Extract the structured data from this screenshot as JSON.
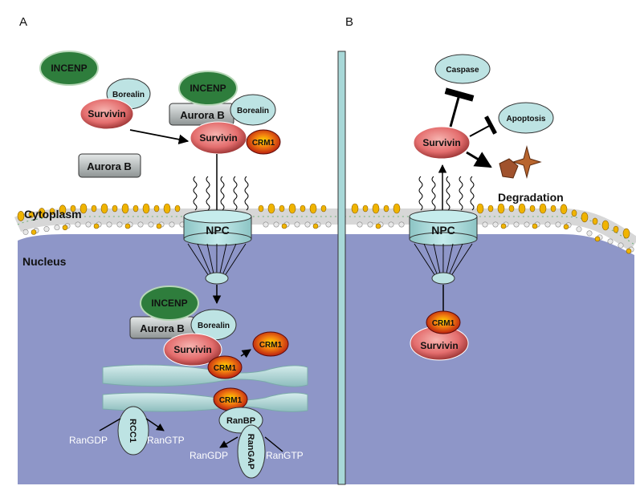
{
  "panels": {
    "a": "A",
    "b": "B"
  },
  "compartments": {
    "cytoplasm": "Cytoplasm",
    "nucleus": "Nucleus"
  },
  "proteins": {
    "incenp": "INCENP",
    "borealin": "Borealin",
    "survivin": "Survivin",
    "aurora_b": "Aurora B",
    "crm1": "CRM1",
    "npc": "NPC",
    "rcc1": "RCC1",
    "ranbp": "RanBP",
    "rangap": "RanGAP"
  },
  "nucleotides": {
    "rangdp": "RanGDP",
    "rangtp": "RanGTP"
  },
  "fates": {
    "caspase": "Caspase",
    "apoptosis": "Apoptosis",
    "degradation": "Degradation"
  },
  "colors": {
    "nucleus": "#8E96C8",
    "incenp": "#2E7D3C",
    "survivin": "#E06A6A",
    "borealin": "#BDE3E3",
    "crm1": "#E0301E",
    "npc": "#A8D8D8",
    "aurora_b": "#BFC3C3",
    "lipid_head": "#F0B400",
    "degradation": "#A0522D"
  }
}
